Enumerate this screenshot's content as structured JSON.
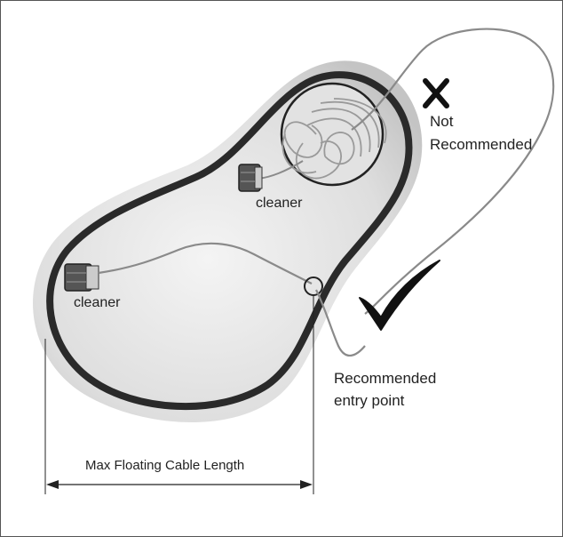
{
  "labels": {
    "cleaner_top": "cleaner",
    "cleaner_left": "cleaner",
    "not_recommended_1": "Not",
    "not_recommended_2": "Recommended",
    "recommended_1": "Recommended",
    "recommended_2": "entry point",
    "max_length": "Max Floating Cable Length"
  },
  "icons": {
    "not_recommended": "cross-mark-icon",
    "recommended": "check-mark-icon"
  },
  "colors": {
    "loop": "#2a2a2a",
    "tank_fill": "#d4d4d4",
    "cable": "#8a8a8a",
    "mark": "#111111"
  }
}
